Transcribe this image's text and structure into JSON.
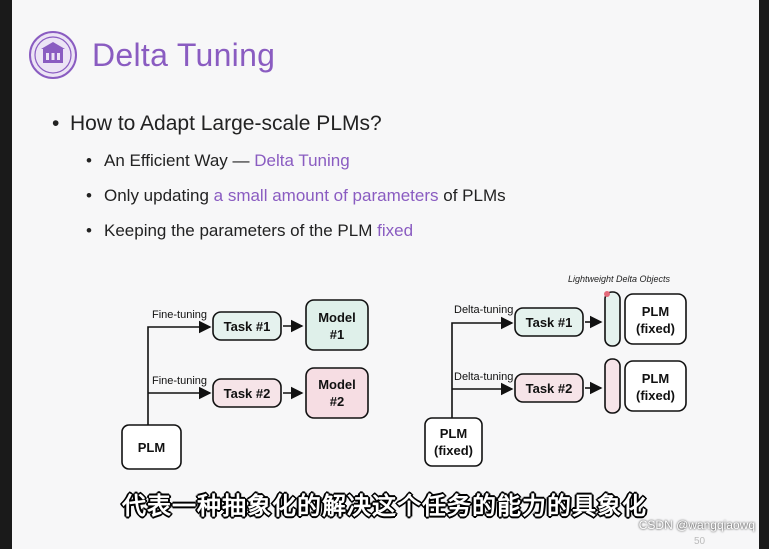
{
  "slide": {
    "title": "Delta Tuning",
    "bullet_main": "How to Adapt Large-scale PLMs?",
    "sub_bullets": [
      {
        "pre": "An Efficient Way — ",
        "highlight": "Delta Tuning",
        "post": ""
      },
      {
        "pre": "Only updating ",
        "highlight": "a small amount of parameters",
        "post": " of PLMs"
      },
      {
        "pre": "Keeping the parameters of the PLM ",
        "highlight": "fixed",
        "post": ""
      }
    ],
    "page_number": "50"
  },
  "diagram_left": {
    "edge1": "Fine-tuning",
    "edge2": "Fine-tuning",
    "task1": "Task #1",
    "task2": "Task #2",
    "model1_line1": "Model",
    "model1_line2": "#1",
    "model2_line1": "Model",
    "model2_line2": "#2",
    "plm": "PLM"
  },
  "diagram_right": {
    "caption": "Lightweight Delta Objects",
    "edge1": "Delta-tuning",
    "edge2": "Delta-tuning",
    "task1": "Task #1",
    "task2": "Task #2",
    "plm1_line1": "PLM",
    "plm1_line2": "(fixed)",
    "plm2_line1": "PLM",
    "plm2_line2": "(fixed)",
    "base_line1": "PLM",
    "base_line2": "(fixed)"
  },
  "subtitle": "代表一种抽象化的解决这个任务的能力的具象化",
  "watermark": "CSDN @wangqiaowq",
  "colors": {
    "accent": "#8a5cc1",
    "task1_fill": "#e5f2ee",
    "task2_fill": "#f6e4e8",
    "model1_fill": "#dff0ea",
    "model2_fill": "#f6dde3"
  }
}
